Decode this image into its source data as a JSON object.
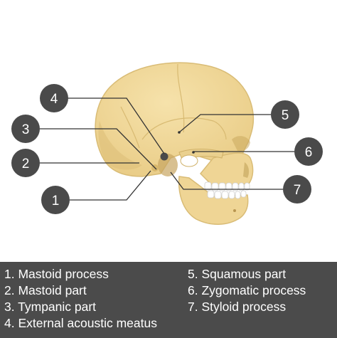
{
  "markers": [
    {
      "id": "1",
      "label": "1"
    },
    {
      "id": "2",
      "label": "2"
    },
    {
      "id": "3",
      "label": "3"
    },
    {
      "id": "4",
      "label": "4"
    },
    {
      "id": "5",
      "label": "5"
    },
    {
      "id": "6",
      "label": "6"
    },
    {
      "id": "7",
      "label": "7"
    }
  ],
  "legend": {
    "left": [
      "1. Mastoid process",
      "2. Mastoid part",
      "3. Tympanic part",
      "4. External acoustic meatus"
    ],
    "right": [
      "5. Squamous part",
      "6. Zygomatic process",
      "7. Styloid process"
    ]
  },
  "colors": {
    "marker_fill": "#4a4a4a",
    "legend_bg": "#4b4b4b",
    "bone": "#f1d99a",
    "bone_shadow": "#d6bb74",
    "leader_line": "#333333"
  }
}
